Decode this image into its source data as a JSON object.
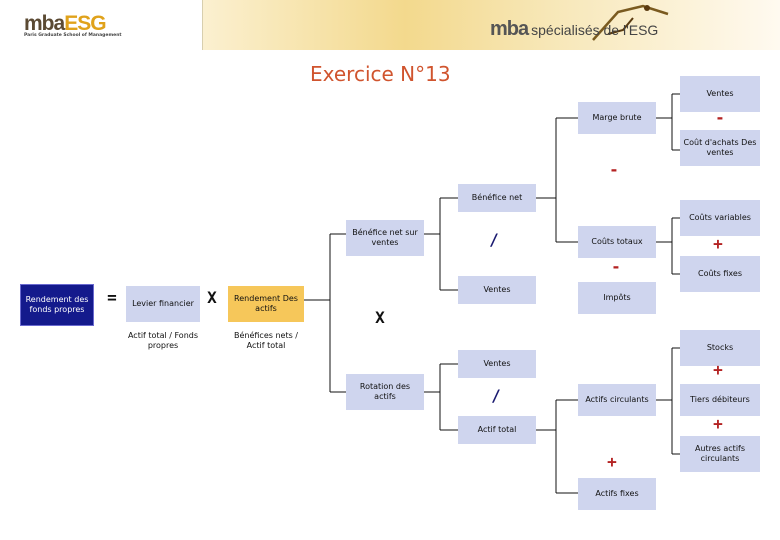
{
  "header": {
    "logo_part1": "mba",
    "logo_part2": "ESG",
    "logo_tagline": "Paris Graduate School of Management",
    "brand_mba": "mba",
    "brand_text": "spécialisés de l'ESG"
  },
  "title": "Exercice N°13",
  "nodes": {
    "rendement_fonds_propres": "Rendement des fonds propres",
    "levier_financier": "Levier financier",
    "levier_formula": "Actif total / Fonds propres",
    "rendement_actifs": "Rendement Des actifs",
    "rendement_actifs_formula": "Bénéfices nets / Actif total",
    "benefice_net_sur_ventes": "Bénéfice net sur ventes",
    "rotation_actifs": "Rotation des actifs",
    "benefice_net": "Bénéfice net",
    "ventes_1": "Ventes",
    "ventes_2": "Ventes",
    "actif_total": "Actif total",
    "marge_brute": "Marge brute",
    "couts_totaux": "Coûts totaux",
    "impots": "Impôts",
    "actifs_circulants": "Actifs circulants",
    "actifs_fixes": "Actifs fixes",
    "ventes_top": "Ventes",
    "cout_achats": "Coût d'achats Des ventes",
    "couts_variables": "Coûts variables",
    "couts_fixes": "Coûts fixes",
    "stocks": "Stocks",
    "tiers_debiteurs": "Tiers débiteurs",
    "autres_actifs": "Autres actifs circulants"
  },
  "operators": {
    "equals": "=",
    "times_1": "X",
    "times_2": "X",
    "divide_1": "/",
    "divide_2": "/",
    "minus_top": "-",
    "minus_mid": "-",
    "minus_costs": "-",
    "plus_costs": "+",
    "plus_stocks": "+",
    "plus_tiers": "+",
    "plus_actifs": "+"
  },
  "colors": {
    "title": "#d0542e",
    "box": "#cfd5ee",
    "box_dark": "#141a8c",
    "box_mid": "#f6c75a",
    "op_red": "#b42323",
    "op_blue": "#1a1a70"
  }
}
